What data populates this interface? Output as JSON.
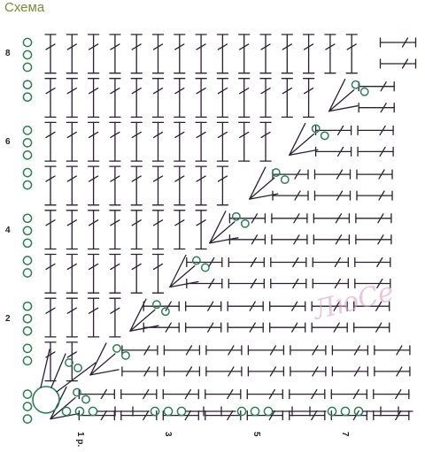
{
  "title": "Схема",
  "row_labels": [
    "2",
    "4",
    "6",
    "8"
  ],
  "column_labels": [
    "1 р.",
    "3",
    "5",
    "7"
  ],
  "watermark": "ЛюСе",
  "colors": {
    "title": "#7a8a3a",
    "stitch": "#2a2030",
    "chain": "#2e7f55"
  },
  "symbols": {
    "double_crochet": "double-crochet-symbol",
    "single_crochet": "single-crochet-symbol",
    "chain_stitch": "chain-stitch-symbol",
    "magic_ring": "magic-ring-symbol"
  }
}
